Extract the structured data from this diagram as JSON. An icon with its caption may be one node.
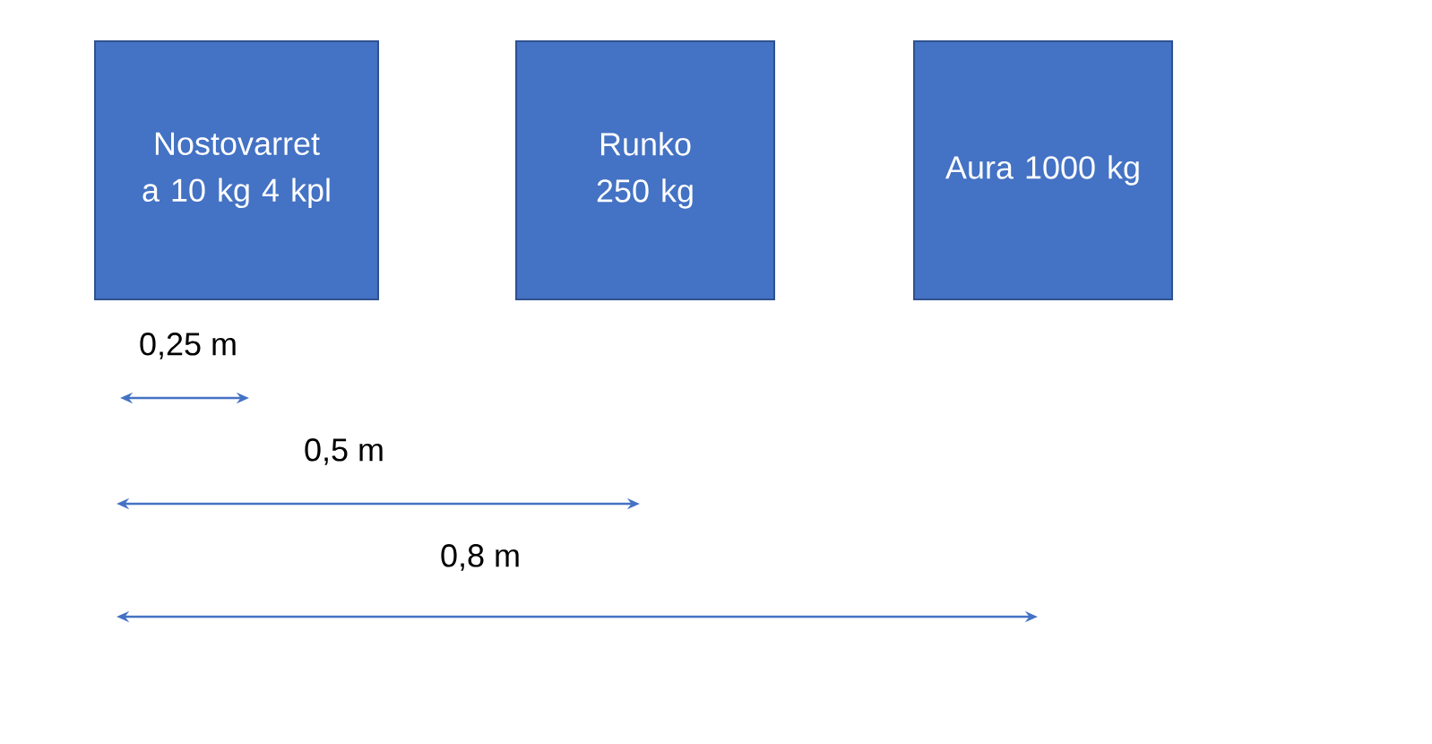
{
  "diagram": {
    "nodes": [
      {
        "text": [
          "Nostovarret a 10 kg 4 kpl"
        ]
      },
      {
        "text": [
          "Runko 250 kg"
        ]
      },
      {
        "text": [
          "Aura 1000 kg"
        ]
      }
    ],
    "labels": [
      "0,25 m",
      "0,5 m",
      "0,8 m"
    ]
  }
}
